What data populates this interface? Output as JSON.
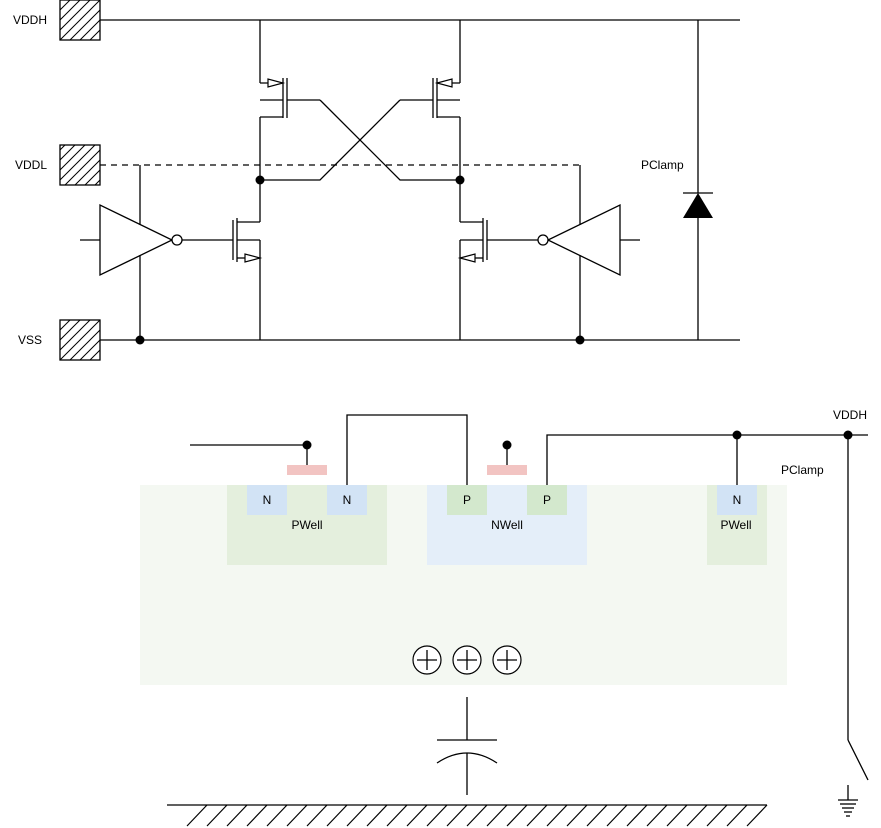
{
  "pins": {
    "vddh": "VDDH",
    "vddl": "VDDL",
    "vss": "VSS"
  },
  "clamp_top": "PClamp",
  "cross_section": {
    "vddh": "VDDH",
    "pclamp": "PClamp",
    "diffusions": [
      {
        "id": "n1",
        "label": "N"
      },
      {
        "id": "n2",
        "label": "N"
      },
      {
        "id": "p1",
        "label": "P"
      },
      {
        "id": "p2",
        "label": "P"
      },
      {
        "id": "n3",
        "label": "N"
      }
    ],
    "wells": [
      {
        "id": "pwell1",
        "label": "PWell"
      },
      {
        "id": "nwell",
        "label": "NWell"
      },
      {
        "id": "pwell2",
        "label": "PWell"
      }
    ]
  },
  "colors": {
    "substrate": "#f4f8f2",
    "pwell": "#e4efdd",
    "nwell": "#e4eef9",
    "n_diffusion": "#d2e3f5",
    "p_diffusion": "#d3e8cd",
    "gate": "#f2c4c2",
    "wire": "#000000"
  }
}
